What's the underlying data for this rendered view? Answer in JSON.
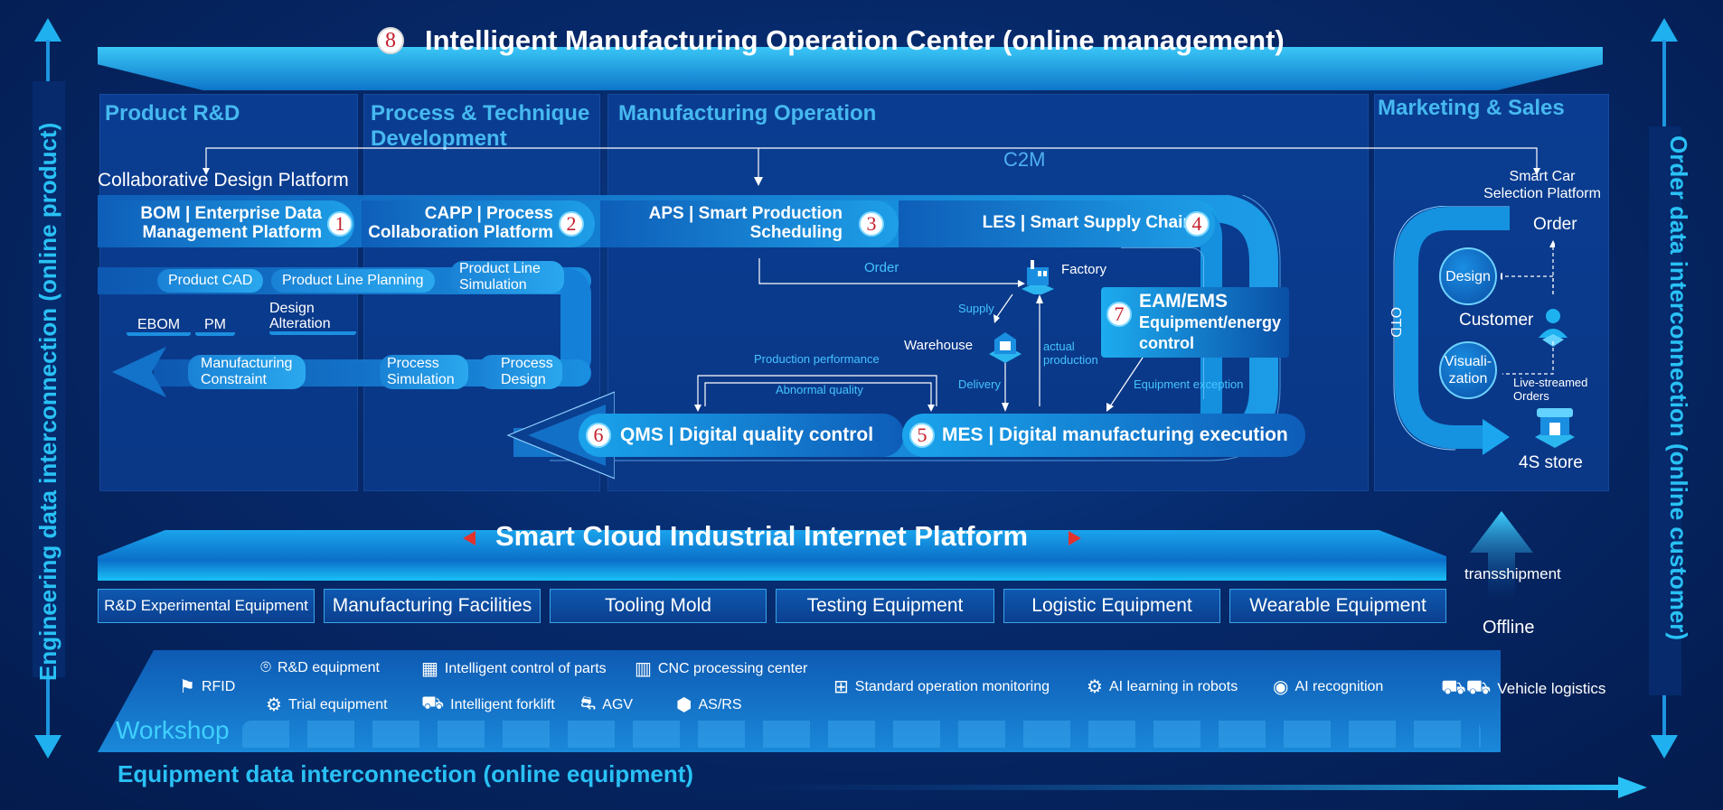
{
  "top_banner": {
    "number": "8",
    "title": "Intelligent Manufacturing Operation Center (online management)"
  },
  "side_left": "Engineering data interconnection  (online product)",
  "side_right": "Order data interconnection  (online customer)",
  "bottom_axis": "Equipment data interconnection (online equipment)",
  "columns": {
    "rd": "Product R&D",
    "process": "Process & Technique Development",
    "manufacturing": "Manufacturing Operation",
    "marketing": "Marketing & Sales"
  },
  "c2m": "C2M",
  "collab_platform": "Collaborative Design Platform",
  "smart_car": "Smart Car Selection Platform",
  "platforms": [
    {
      "num": "1",
      "line1": "BOM | Enterprise Data",
      "line2": "Management Platform"
    },
    {
      "num": "2",
      "line1": "CAPP | Process",
      "line2": "Collaboration Platform"
    },
    {
      "num": "3",
      "line1": "APS | Smart Production",
      "line2": "Scheduling"
    },
    {
      "num": "4",
      "line1": "LES | Smart Supply Chain",
      "line2": ""
    }
  ],
  "rd_items": {
    "product_cad": "Product CAD",
    "product_line_planning": "Product Line Planning",
    "product_line_simulation": "Product Line Simulation",
    "ebom": "EBOM",
    "pm": "PM",
    "design_alteration": "Design Alteration",
    "manufacturing_constraint": "Manufacturing Constraint",
    "process_simulation": "Process Simulation",
    "process_design": "Process Design"
  },
  "flow": {
    "order": "Order",
    "factory": "Factory",
    "supply": "Supply",
    "warehouse": "Warehouse",
    "actual_production": "actual production",
    "delivery": "Delivery",
    "production_performance": "Production performance",
    "abnormal_quality": "Abnormal quality",
    "equipment_exception": "Equipment exception"
  },
  "eam": {
    "num": "7",
    "title": "EAM/EMS",
    "line2": "Equipment/energy",
    "line3": "control"
  },
  "qms": {
    "num": "6",
    "label": "QMS | Digital quality control"
  },
  "mes": {
    "num": "5",
    "label": "MES | Digital manufacturing execution"
  },
  "marketing": {
    "order": "Order",
    "design": "Design",
    "customer": "Customer",
    "visualization": "Visuali-zation",
    "otd": "OTD",
    "live_orders": "Live-streamed Orders",
    "store": "4S store"
  },
  "cloud_platform": "Smart Cloud Industrial Internet Platform",
  "transshipment": "transshipment",
  "offline": "Offline",
  "equipment": [
    "R&D Experimental Equipment",
    "Manufacturing Facilities",
    "Tooling Mold",
    "Testing Equipment",
    "Logistic Equipment",
    "Wearable Equipment"
  ],
  "workshop": {
    "label": "Workshop",
    "rfid": "RFID",
    "rd_equipment": "R&D equipment",
    "trial_equipment": "Trial equipment",
    "intelligent_parts": "Intelligent control of parts",
    "forklift": "Intelligent forklift",
    "agv": "AGV",
    "cnc": "CNC processing center",
    "asrs": "AS/RS",
    "monitoring": "Standard operation monitoring",
    "ai_robots": "AI learning in robots",
    "ai_recognition": "AI recognition",
    "vehicle_logistics": "Vehicle logistics"
  },
  "colors": {
    "accent": "#29c1f5",
    "title_blue": "#46b9f0",
    "number_red": "#c4202c"
  }
}
